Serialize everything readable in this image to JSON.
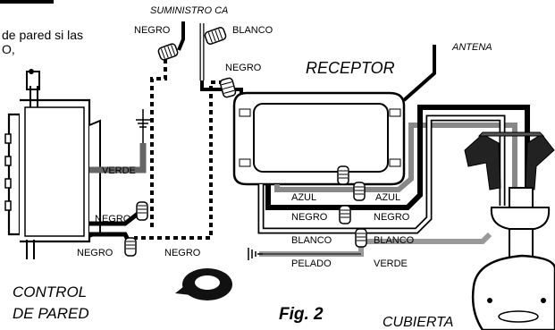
{
  "top_text": {
    "line1": "de pared si las",
    "line2": "O,"
  },
  "labels": {
    "suministro": "SUMINISTRO CA",
    "negro_top": "NEGRO",
    "blanco_top": "BLANCO",
    "negro_receiver": "NEGRO",
    "receptor": "RECEPTOR",
    "antena": "ANTENA",
    "verde_left": "VERDE",
    "negro_left": "NEGRO",
    "negro_bottom_left": "NEGRO",
    "negro_bottom_mid": "NEGRO",
    "azul_left": "AZUL",
    "azul_right": "AZUL",
    "negro_mid_left": "NEGRO",
    "negro_mid_right": "NEGRO",
    "blanco_mid_left": "BLANCO",
    "blanco_mid_right": "BLANCO",
    "pelado": "PELADO",
    "verde_right": "VERDE",
    "control_line1": "CONTROL",
    "control_line2": "DE PARED",
    "fig": "Fig. 2",
    "cubierta": "CUBIERTA"
  }
}
